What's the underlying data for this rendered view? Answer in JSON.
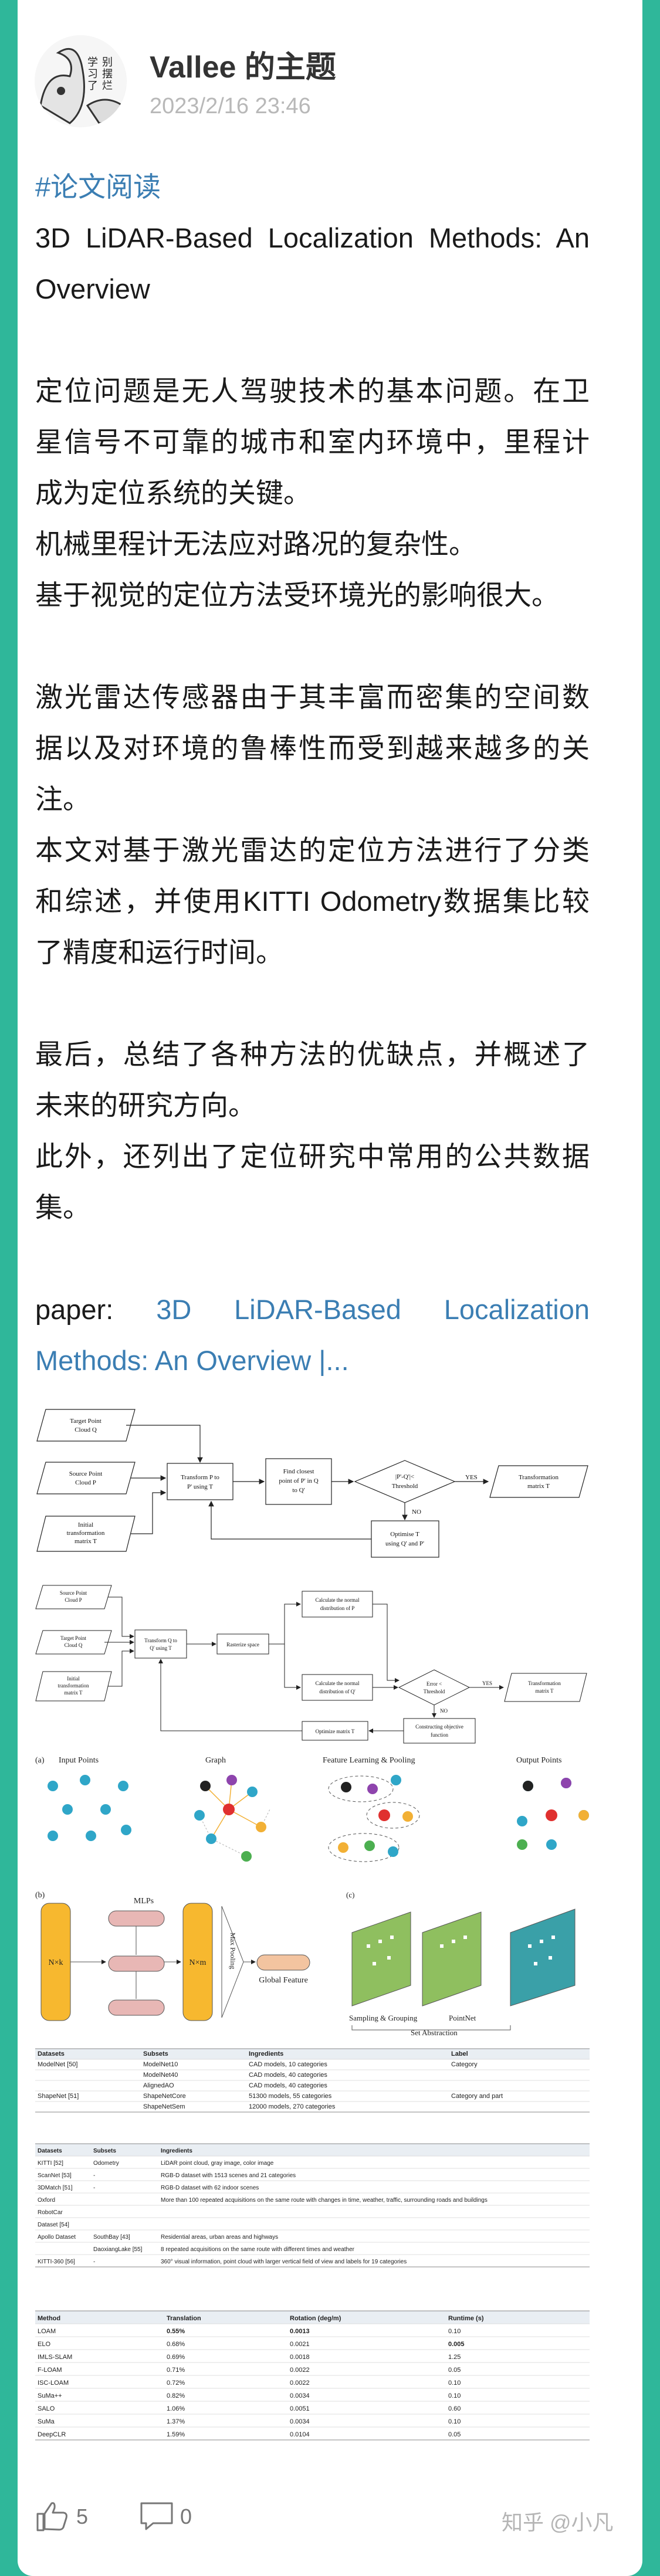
{
  "post": {
    "author": "Vallee 的主题",
    "date": "2023/2/16 23:46",
    "avatar_text": [
      "别",
      "摆",
      "烂",
      "学",
      "习",
      "了"
    ],
    "tag": "#论文阅读",
    "title_lines": [
      "3D LiDAR-Based Localization Methods: An",
      "Overview"
    ],
    "para1": [
      "定位问题是无人驾驶技术的基本问题。在卫",
      "星信号不可靠的城市和室内环境中，里程计",
      "成为定位系统的关键。",
      "机械里程计无法应对路况的复杂性。",
      "基于视觉的定位方法受环境光的影响很大。"
    ],
    "para2": [
      "激光雷达传感器由于其丰富而密集的空间数",
      "据以及对环境的鲁棒性而受到越来越多的关",
      "注。",
      "本文对基于激光雷达的定位方法进行了分类",
      "和综述，并使用KITTI Odometry数据集比较",
      "了精度和运行时间。"
    ],
    "para3": [
      "最后，总结了各种方法的优缺点，并概述了",
      "未来的研究方向。",
      "此外，还列出了定位研究中常用的公共数据",
      "集。"
    ],
    "paper_label": "paper:",
    "paper_link_lines": [
      "3D LiDAR-Based Localization",
      "Methods: An Overview |..."
    ]
  },
  "figure": {
    "flow1": {
      "target": [
        "Target Point",
        "Cloud Q"
      ],
      "source": [
        "Source Point",
        "Cloud P"
      ],
      "initial": [
        "Initial",
        "transformation",
        "matrix T"
      ],
      "transform": [
        "Transform P to",
        "P' using T"
      ],
      "closest": [
        "Find closest",
        "point of P' in Q",
        "to Q'"
      ],
      "threshold": [
        "|P'-Q'|<",
        "Threshold"
      ],
      "yes": "YES",
      "no": "NO",
      "output": [
        "Transformation",
        "matrix T"
      ],
      "optimise": [
        "Optimise T",
        "using Q' and P'"
      ]
    },
    "flow2": {
      "source": [
        "Source Point",
        "Cloud P"
      ],
      "target": [
        "Target Point",
        "Cloud Q"
      ],
      "initial": [
        "Initial",
        "transformation",
        "matrix T"
      ],
      "transform": [
        "Transform Q to",
        "Q' using T"
      ],
      "rasterize": "Rasterize space",
      "normalP": [
        "Calculate the normal",
        "distribution of P"
      ],
      "normalQ": [
        "Calculate the normal",
        "distribution of Q'"
      ],
      "error": [
        "Error <",
        "Threshold"
      ],
      "yes": "YES",
      "no": "NO",
      "output": [
        "Transformation",
        "matrix T"
      ],
      "optimize": "Optimize matrix T",
      "objective": [
        "Constructing objective",
        "function"
      ]
    },
    "graph": {
      "label_a": "(a)",
      "input": "Input Points",
      "graph": "Graph",
      "feature": "Feature Learning & Pooling",
      "output": "Output Points",
      "label_b": "(b)",
      "label_c": "(c)",
      "mlps": "MLPs",
      "nk": "N×k",
      "nm": "N×m",
      "maxpool": "Max Pooling",
      "global": "Global Feature",
      "sampling": "Sampling & Grouping",
      "pointnet": "PointNet",
      "abstraction": "Set Abstraction"
    },
    "table1": {
      "headers": [
        "Datasets",
        "Subsets",
        "Ingredients",
        "Label"
      ],
      "rows": [
        [
          "ModelNet [50]",
          "ModelNet10",
          "CAD models, 10 categories",
          "Category"
        ],
        [
          "",
          "ModelNet40",
          "CAD models, 40 categories",
          ""
        ],
        [
          "",
          "AlignedAO",
          "CAD models, 40 categories",
          ""
        ],
        [
          "ShapeNet [51]",
          "ShapeNetCore",
          "51300 models, 55 categories",
          "Category and part"
        ],
        [
          "",
          "ShapeNetSem",
          "12000 models, 270 categories",
          ""
        ]
      ]
    },
    "table2": {
      "headers": [
        "Datasets",
        "Subsets",
        "Ingredients"
      ],
      "rows": [
        [
          "KITTI [52]",
          "Odometry",
          "LiDAR point cloud, gray image, color image"
        ],
        [
          "ScanNet [53]",
          "-",
          "RGB-D dataset with 1513 scenes and 21 categories"
        ],
        [
          "3DMatch [51]",
          "-",
          "RGB-D dataset with 62 indoor scenes"
        ],
        [
          "Oxford",
          "",
          "More than 100 repeated acquisitions on the same route with changes in time, weather, traffic, surrounding roads and buildings"
        ],
        [
          "RobotCar",
          "",
          ""
        ],
        [
          "Dataset [54]",
          "",
          ""
        ],
        [
          "Apollo Dataset",
          "SouthBay [43]",
          "Residential areas, urban areas and highways"
        ],
        [
          "",
          "DaoxiangLake [55]",
          "8 repeated acquisitions on the same route with different times and weather"
        ],
        [
          "KITTI-360 [56]",
          "-",
          "360° visual information, point cloud with larger vertical field of view and labels for 19 categories"
        ]
      ]
    },
    "table3": {
      "headers": [
        "Method",
        "Translation",
        "Rotation (deg/m)",
        "Runtime (s)"
      ],
      "rows": [
        [
          "LOAM",
          "0.55%",
          "0.0013",
          "0.10"
        ],
        [
          "ELO",
          "0.68%",
          "0.0021",
          "0.005"
        ],
        [
          "IMLS-SLAM",
          "0.69%",
          "0.0018",
          "1.25"
        ],
        [
          "F-LOAM",
          "0.71%",
          "0.0022",
          "0.05"
        ],
        [
          "ISC-LOAM",
          "0.72%",
          "0.0022",
          "0.10"
        ],
        [
          "SuMa++",
          "0.82%",
          "0.0034",
          "0.10"
        ],
        [
          "SALO",
          "1.06%",
          "0.0051",
          "0.60"
        ],
        [
          "SuMa",
          "1.37%",
          "0.0034",
          "0.10"
        ],
        [
          "DeepCLR",
          "1.59%",
          "0.0104",
          "0.05"
        ]
      ]
    }
  },
  "footer": {
    "likes": "5",
    "comments": "0",
    "watermark": "知乎 @小凡"
  }
}
